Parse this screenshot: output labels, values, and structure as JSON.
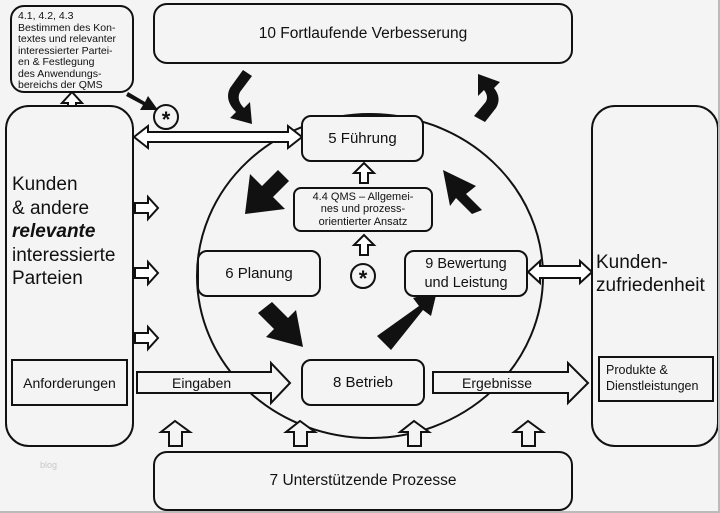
{
  "context_box": {
    "lines": [
      "4.1, 4.2, 4.3",
      "Bestimmen des Kon-",
      "textes und relevanter",
      "interessierter Partei-",
      "en & Festlegung",
      "des Anwendungs-",
      "bereichs der QMS"
    ]
  },
  "top_box": {
    "label": "10 Fortlaufende Verbesserung"
  },
  "bottom_box": {
    "label": "7 Unterstützende Prozesse"
  },
  "left_panel": {
    "line1": "Kunden",
    "line2": "& andere",
    "line3_emphasis": "relevante",
    "line4": "interessierte",
    "line5": "Parteien",
    "requirements": "Anforderungen"
  },
  "right_panel": {
    "line1": "Kunden-",
    "line2": "zufriedenheit",
    "products_line1": "Produkte &",
    "products_line2": "Dienstleistungen"
  },
  "cycle": {
    "leadership": "5 Führung",
    "planning": "6 Planung",
    "operation": "8 Betrieb",
    "evaluation_line1": "9 Bewertung",
    "evaluation_line2": "und Leistung",
    "qms_lines": [
      "4.4 QMS – Allgemei-",
      "nes und prozess-",
      "orientierter Ansatz"
    ]
  },
  "arrows": {
    "inputs": "Eingaben",
    "outputs": "Ergebnisse"
  },
  "markers": {
    "asterisk": "*"
  },
  "watermark": "blog"
}
